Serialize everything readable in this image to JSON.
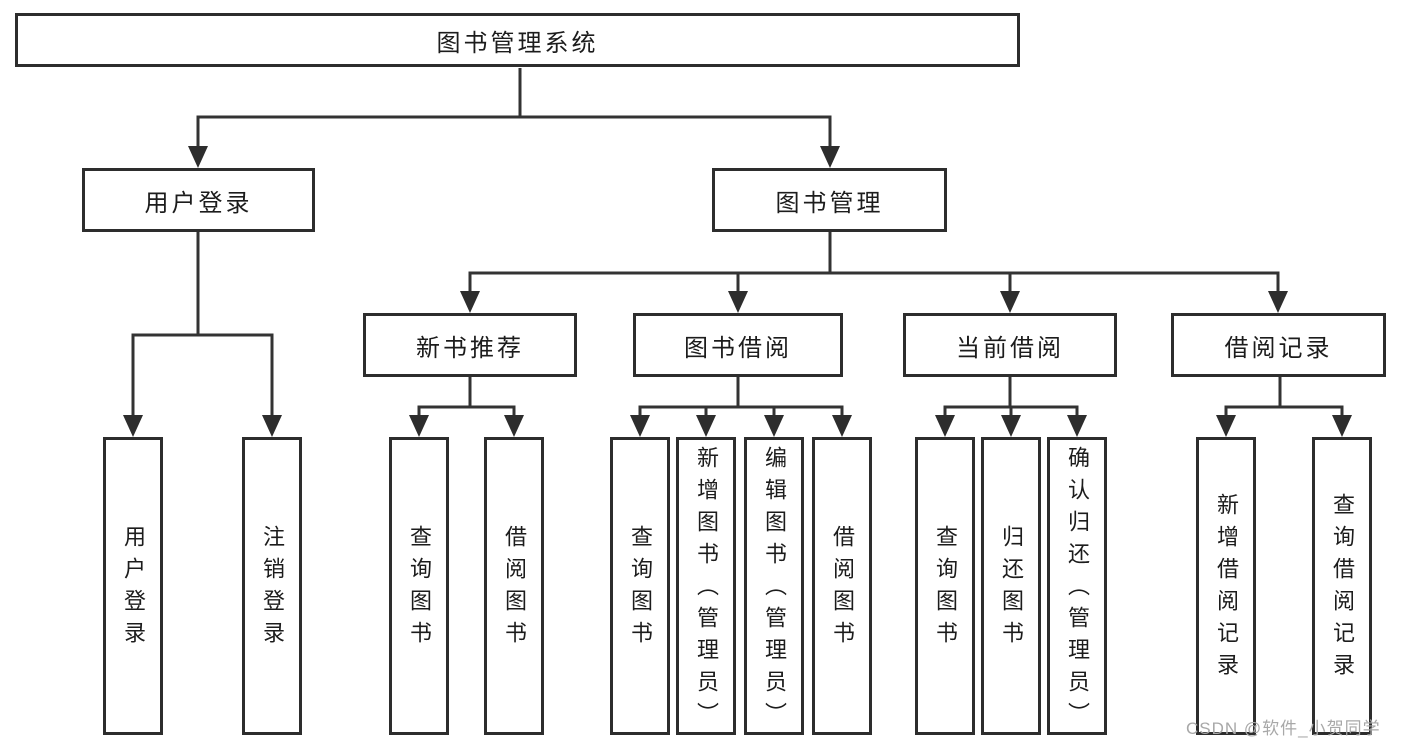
{
  "tree": {
    "label": "图书管理系统",
    "children": [
      {
        "label": "用户登录",
        "children": [
          {
            "label": "用户登录"
          },
          {
            "label": "注销登录"
          }
        ]
      },
      {
        "label": "图书管理",
        "children": [
          {
            "label": "新书推荐",
            "children": [
              {
                "label": "查询图书"
              },
              {
                "label": "借阅图书"
              }
            ]
          },
          {
            "label": "图书借阅",
            "children": [
              {
                "label": "查询图书"
              },
              {
                "label": "新增图书（管理员）"
              },
              {
                "label": "编辑图书（管理员）"
              },
              {
                "label": "借阅图书"
              }
            ]
          },
          {
            "label": "当前借阅",
            "children": [
              {
                "label": "查询图书"
              },
              {
                "label": "归还图书"
              },
              {
                "label": "确认归还（管理员）"
              }
            ]
          },
          {
            "label": "借阅记录",
            "children": [
              {
                "label": "新增借阅记录"
              },
              {
                "label": "查询借阅记录"
              }
            ]
          }
        ]
      }
    ]
  },
  "watermark": "CSDN @软件_小贺同学",
  "colors": {
    "line": "#333333",
    "box_border": "#2d2d2d",
    "text": "#1c1c1c",
    "watermark": "#a8a8a8",
    "background": "#ffffff"
  }
}
